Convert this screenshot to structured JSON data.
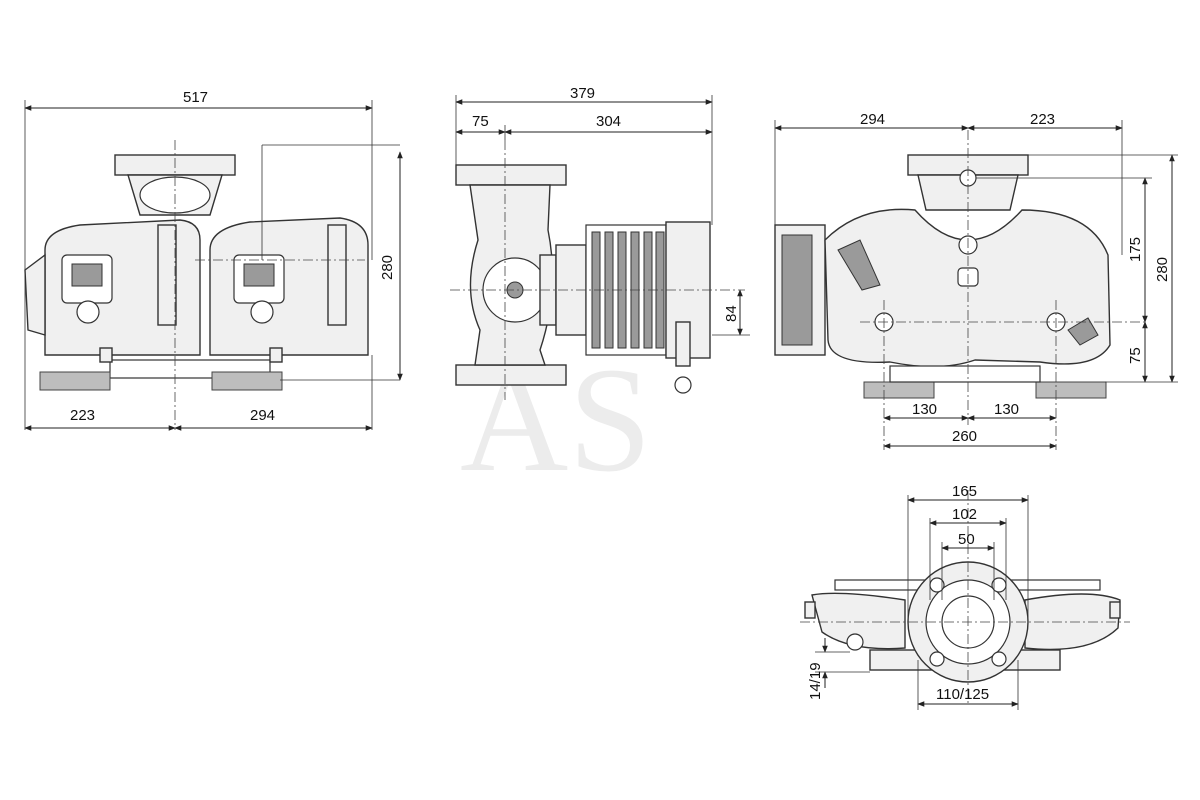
{
  "watermark": "AS",
  "views": {
    "front": {
      "overall_width": "517",
      "left_offset": "223",
      "right_offset": "294",
      "height": "280"
    },
    "side": {
      "overall_length": "379",
      "flange_offset": "75",
      "motor_length": "304",
      "axis_height": "84"
    },
    "back": {
      "left_width": "294",
      "right_width": "223",
      "height_upper": "175",
      "height_total": "280",
      "height_lower": "75",
      "foot_left": "130",
      "foot_right": "130",
      "foot_span": "260"
    },
    "bottom": {
      "flange_outer": "165",
      "bolt_circle": "102",
      "bore": "50",
      "hole_spacing": "110/125",
      "hole_size": "14/19"
    }
  }
}
